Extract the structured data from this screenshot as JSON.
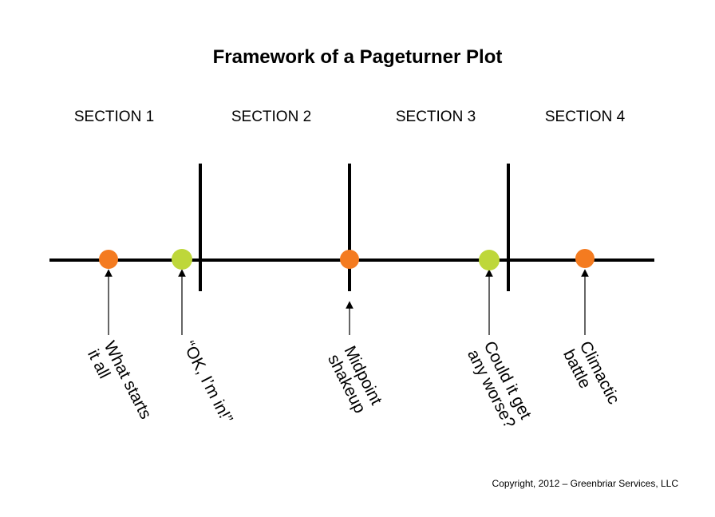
{
  "title": "Framework of a Pageturner Plot",
  "sections": [
    {
      "label": "SECTION 1"
    },
    {
      "label": "SECTION 2"
    },
    {
      "label": "SECTION 3"
    },
    {
      "label": "SECTION 4"
    }
  ],
  "events": [
    {
      "line1": "What starts",
      "line2": "it all",
      "color": "#F47B20"
    },
    {
      "line1": "“OK, I’m in!”",
      "line2": "",
      "color": "#BED73A"
    },
    {
      "line1": "Midpoint",
      "line2": "shakeup",
      "color": "#F47B20"
    },
    {
      "line1": "Could it get",
      "line2": "any worse?",
      "color": "#BED73A"
    },
    {
      "line1": "Climactic",
      "line2": "battle",
      "color": "#F47B20"
    }
  ],
  "colors": {
    "turning_point": "#F47B20",
    "commitment_point": "#BED73A",
    "line": "#000000"
  },
  "copyright": "Copyright, 2012 – Greenbriar Services, LLC"
}
